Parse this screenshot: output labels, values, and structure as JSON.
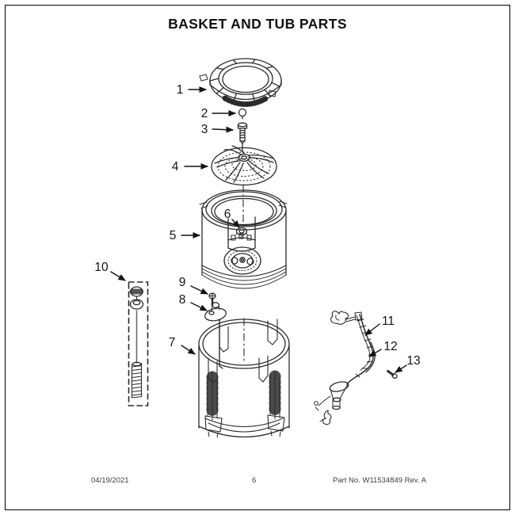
{
  "page": {
    "title": "BASKET AND TUB PARTS",
    "footer": {
      "date": "04/19/2021",
      "page_number": "6",
      "part_no": "Part No. W11534849  Rev. A"
    }
  },
  "callouts": [
    {
      "label": "1"
    },
    {
      "label": "2"
    },
    {
      "label": "3"
    },
    {
      "label": "4"
    },
    {
      "label": "5"
    },
    {
      "label": "6"
    },
    {
      "label": "7"
    },
    {
      "label": "8"
    },
    {
      "label": "9"
    },
    {
      "label": "10"
    },
    {
      "label": "11"
    },
    {
      "label": "12"
    },
    {
      "label": "13"
    }
  ]
}
